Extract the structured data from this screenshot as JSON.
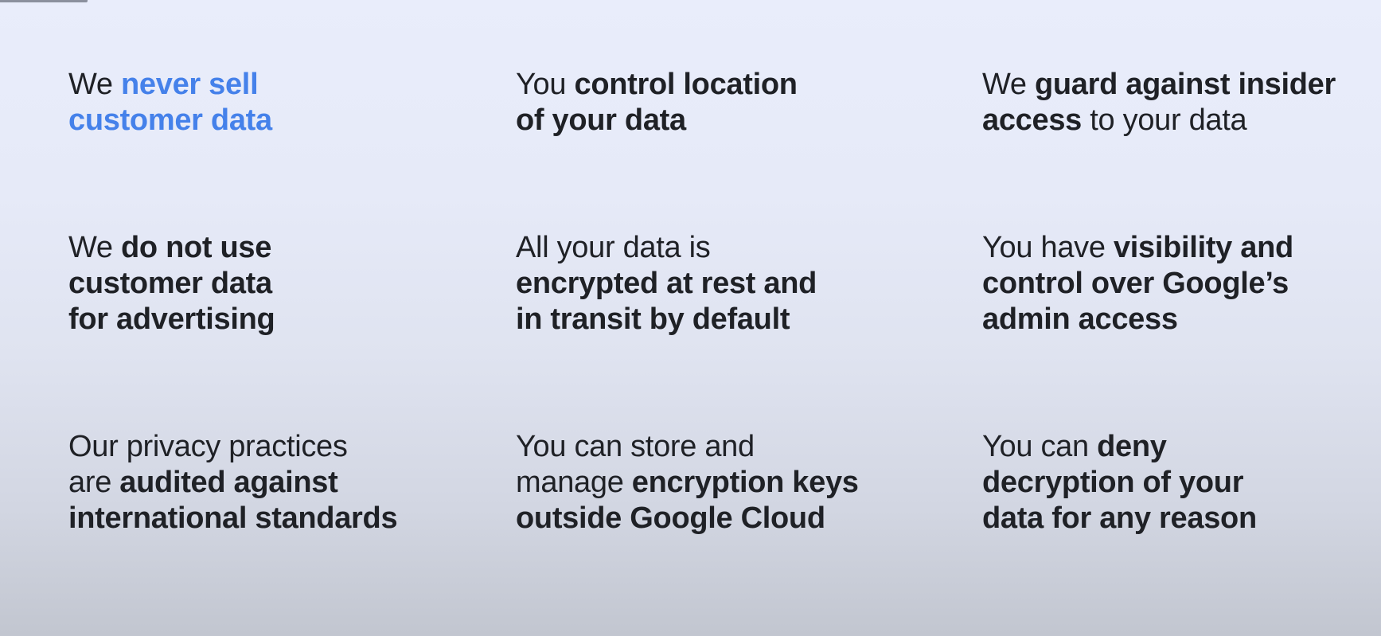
{
  "slide": {
    "description": "Data privacy commitment statements, 3 columns by 3 rows"
  },
  "colors": {
    "background_top": "#e9edfb",
    "background_upper": "#e6eaf8",
    "background_mid": "#dfe3f0",
    "background_lower": "#d2d6e2",
    "background_bottom": "#c2c6d0",
    "text": "#1f2126",
    "accent_blue": "#4581ea"
  },
  "grid": {
    "cards": [
      {
        "lines": [
          [
            {
              "text": "We ",
              "style": "regular"
            },
            {
              "text": "never sell",
              "style": "accent"
            }
          ],
          [
            {
              "text": "customer data",
              "style": "accent"
            }
          ]
        ]
      },
      {
        "lines": [
          [
            {
              "text": "You ",
              "style": "regular"
            },
            {
              "text": "control location",
              "style": "bold"
            }
          ],
          [
            {
              "text": "of your data",
              "style": "bold"
            }
          ]
        ]
      },
      {
        "lines": [
          [
            {
              "text": "We ",
              "style": "regular"
            },
            {
              "text": "guard against insider",
              "style": "bold"
            }
          ],
          [
            {
              "text": "access",
              "style": "bold"
            },
            {
              "text": " to your data",
              "style": "regular"
            }
          ]
        ]
      },
      {
        "lines": [
          [
            {
              "text": "We ",
              "style": "regular"
            },
            {
              "text": "do not use",
              "style": "bold"
            }
          ],
          [
            {
              "text": "customer data",
              "style": "bold"
            }
          ],
          [
            {
              "text": "for advertising",
              "style": "bold"
            }
          ]
        ]
      },
      {
        "lines": [
          [
            {
              "text": "All your data is",
              "style": "regular"
            }
          ],
          [
            {
              "text": "encrypted at rest and",
              "style": "bold"
            }
          ],
          [
            {
              "text": "in transit by default",
              "style": "bold"
            }
          ]
        ]
      },
      {
        "lines": [
          [
            {
              "text": "You have ",
              "style": "regular"
            },
            {
              "text": "visibility and",
              "style": "bold"
            }
          ],
          [
            {
              "text": "control over Google’s",
              "style": "bold"
            }
          ],
          [
            {
              "text": "admin access",
              "style": "bold"
            }
          ]
        ]
      },
      {
        "lines": [
          [
            {
              "text": "Our privacy practices",
              "style": "regular"
            }
          ],
          [
            {
              "text": "are ",
              "style": "regular"
            },
            {
              "text": "audited against",
              "style": "bold"
            }
          ],
          [
            {
              "text": "international standards",
              "style": "bold"
            }
          ]
        ]
      },
      {
        "lines": [
          [
            {
              "text": "You can store and",
              "style": "regular"
            }
          ],
          [
            {
              "text": "manage ",
              "style": "regular"
            },
            {
              "text": "encryption keys",
              "style": "bold"
            }
          ],
          [
            {
              "text": "outside Google Cloud",
              "style": "bold"
            }
          ]
        ]
      },
      {
        "lines": [
          [
            {
              "text": "You can ",
              "style": "regular"
            },
            {
              "text": "deny",
              "style": "bold"
            }
          ],
          [
            {
              "text": "decryption of your",
              "style": "bold"
            }
          ],
          [
            {
              "text": "data for any reason",
              "style": "bold"
            }
          ]
        ]
      }
    ]
  }
}
